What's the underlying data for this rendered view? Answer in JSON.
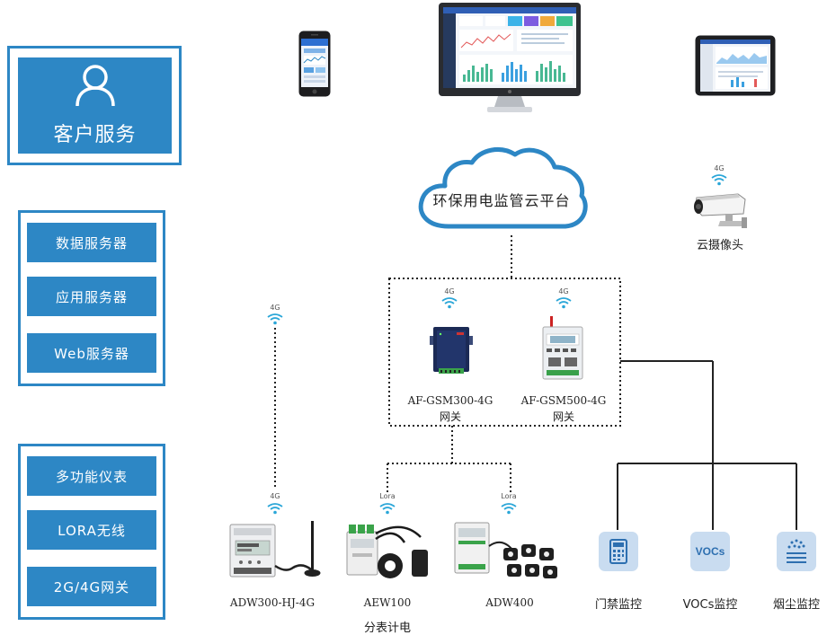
{
  "client": {
    "title": "客户服务",
    "icon": "user-icon"
  },
  "servers": [
    {
      "label": "数据服务器"
    },
    {
      "label": "应用服务器"
    },
    {
      "label": "Web服务器"
    }
  ],
  "devices_panel": [
    {
      "label": "多功能仪表"
    },
    {
      "label": "LORA无线"
    },
    {
      "label": "2G/4G网关"
    }
  ],
  "cloud": {
    "label": "环保用电监管云平台"
  },
  "camera": {
    "signal": "4G",
    "label": "云摄像头"
  },
  "gateways": [
    {
      "signal": "4G",
      "line1": "AF-GSM300-4G",
      "line2": "网关"
    },
    {
      "signal": "4G",
      "line1": "AF-GSM500-4G",
      "line2": "网关"
    }
  ],
  "meters": [
    {
      "signal": "4G",
      "label": "ADW300-HJ-4G"
    },
    {
      "signal": "Lora",
      "label": "AEW100",
      "sublabel": "分表计电"
    },
    {
      "signal": "Lora",
      "label": "ADW400"
    }
  ],
  "left_signal": "4G",
  "monitors": [
    {
      "label": "门禁监控",
      "icon": "access-control-icon"
    },
    {
      "label": "VOCs监控",
      "icon": "vocs-icon",
      "badge": "VOCs"
    },
    {
      "label": "烟尘监控",
      "icon": "smoke-dust-icon"
    }
  ],
  "colors": {
    "primary": "#2d87c5",
    "monitor_icon": "#c9dcf0",
    "line": "#222222"
  }
}
